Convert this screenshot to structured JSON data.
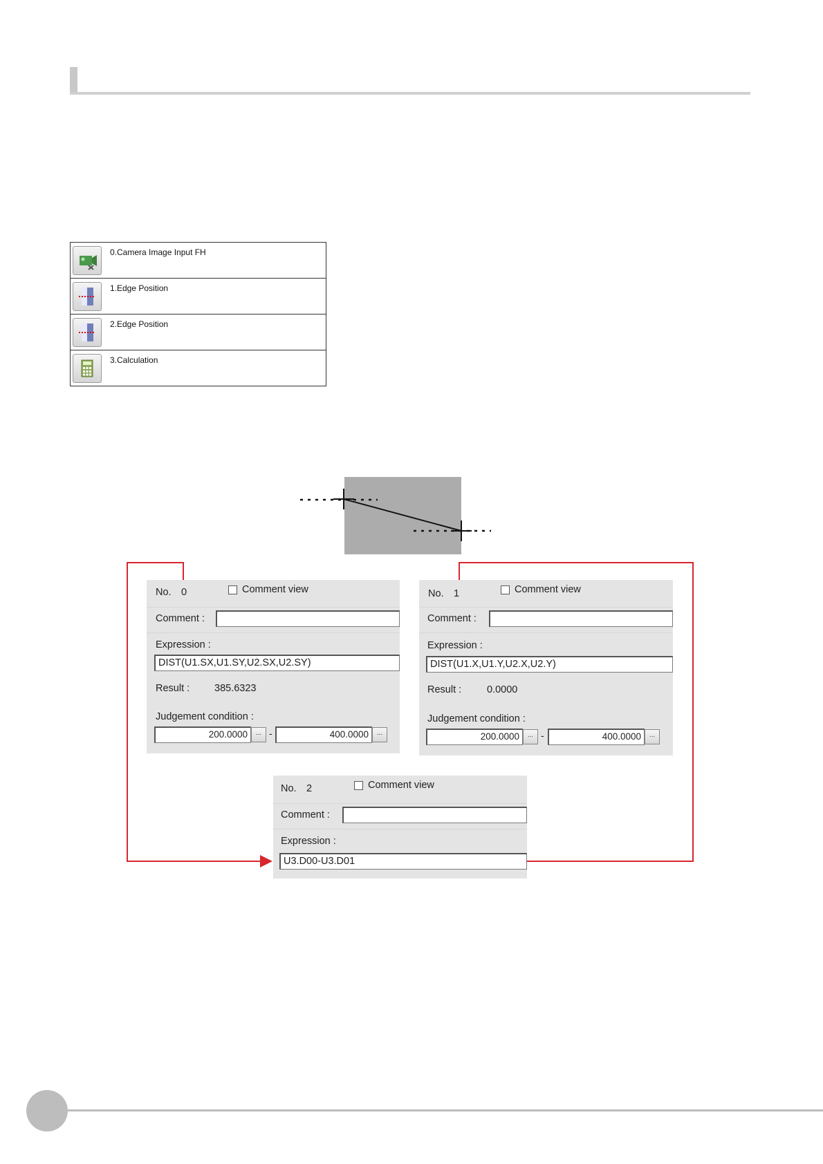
{
  "flow": {
    "items": [
      {
        "label": "0.Camera Image Input FH",
        "icon": "camera-icon"
      },
      {
        "label": "1.Edge Position",
        "icon": "edge-position-icon"
      },
      {
        "label": "2.Edge Position",
        "icon": "edge-position-icon"
      },
      {
        "label": "3.Calculation",
        "icon": "calculator-icon"
      }
    ]
  },
  "panels": [
    {
      "no_label": "No.",
      "no_value": "0",
      "comment_view": "Comment view",
      "comment_label": "Comment :",
      "expression_label": "Expression :",
      "expression_value": "DIST(U1.SX,U1.SY,U2.SX,U2.SY)",
      "result_label": "Result :",
      "result_value": "385.6323",
      "judgement_label": "Judgement condition :",
      "judge_min": "200.0000",
      "judge_max": "400.0000",
      "ellipsis": "...",
      "range_sep": "-"
    },
    {
      "no_label": "No.",
      "no_value": "1",
      "comment_view": "Comment view",
      "comment_label": "Comment :",
      "expression_label": "Expression :",
      "expression_value": "DIST(U1.X,U1.Y,U2.X,U2.Y)",
      "result_label": "Result :",
      "result_value": "0.0000",
      "judgement_label": "Judgement condition :",
      "judge_min": "200.0000",
      "judge_max": "400.0000",
      "ellipsis": "...",
      "range_sep": "-"
    },
    {
      "no_label": "No.",
      "no_value": "2",
      "comment_view": "Comment view",
      "comment_label": "Comment :",
      "expression_label": "Expression :",
      "expression_value": "U3.D00-U3.D01"
    }
  ],
  "colors": {
    "arrow": "#d7262e",
    "panel_bg": "#e4e4e4",
    "image_gray": "#acacac"
  }
}
